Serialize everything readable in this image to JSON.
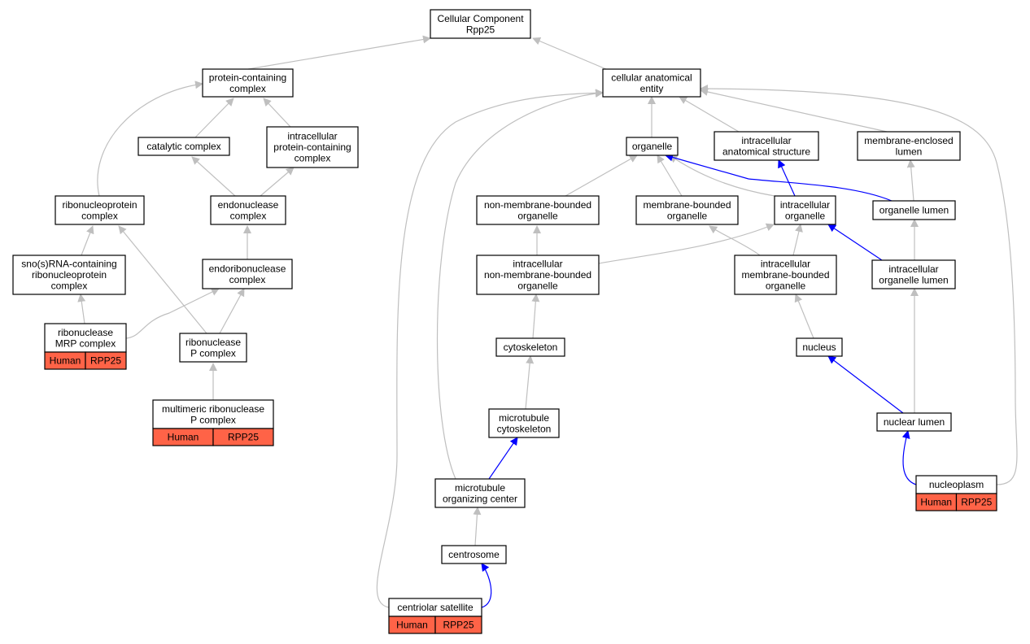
{
  "diagram": {
    "colors": {
      "is_a": "#bfbfbf",
      "part_of": "#0000ff",
      "annotation": "#ff6347"
    },
    "nodes": [
      {
        "id": "cc",
        "lines": [
          "Cellular Component",
          "Rpp25"
        ]
      },
      {
        "id": "pcc",
        "lines": [
          "protein-containing",
          "complex"
        ]
      },
      {
        "id": "cae",
        "lines": [
          "cellular anatomical",
          "entity"
        ]
      },
      {
        "id": "cat",
        "lines": [
          "catalytic complex"
        ]
      },
      {
        "id": "ipcc",
        "lines": [
          "intracellular",
          "protein-containing",
          "complex"
        ]
      },
      {
        "id": "org",
        "lines": [
          "organelle"
        ]
      },
      {
        "id": "ias",
        "lines": [
          "intracellular",
          "anatomical structure"
        ]
      },
      {
        "id": "mel",
        "lines": [
          "membrane-enclosed",
          "lumen"
        ]
      },
      {
        "id": "rnp",
        "lines": [
          "ribonucleoprotein",
          "complex"
        ]
      },
      {
        "id": "endo",
        "lines": [
          "endonuclease",
          "complex"
        ]
      },
      {
        "id": "nmbo",
        "lines": [
          "non-membrane-bounded",
          "organelle"
        ]
      },
      {
        "id": "mbo",
        "lines": [
          "membrane-bounded",
          "organelle"
        ]
      },
      {
        "id": "io",
        "lines": [
          "intracellular",
          "organelle"
        ]
      },
      {
        "id": "ol",
        "lines": [
          "organelle lumen"
        ]
      },
      {
        "id": "snornp",
        "lines": [
          "sno(s)RNA-containing",
          "ribonucleoprotein",
          "complex"
        ]
      },
      {
        "id": "endori",
        "lines": [
          "endoribonuclease",
          "complex"
        ]
      },
      {
        "id": "inmbo",
        "lines": [
          "intracellular",
          "non-membrane-bounded",
          "organelle"
        ]
      },
      {
        "id": "imbo",
        "lines": [
          "intracellular",
          "membrane-bounded",
          "organelle"
        ]
      },
      {
        "id": "iol",
        "lines": [
          "intracellular",
          "organelle lumen"
        ]
      },
      {
        "id": "mrp",
        "lines": [
          "ribonuclease",
          "MRP complex"
        ],
        "tags": [
          "Human",
          "RPP25"
        ]
      },
      {
        "id": "rnasep",
        "lines": [
          "ribonuclease",
          "P complex"
        ]
      },
      {
        "id": "cyto",
        "lines": [
          "cytoskeleton"
        ]
      },
      {
        "id": "nuc",
        "lines": [
          "nucleus"
        ]
      },
      {
        "id": "mrnasep",
        "lines": [
          "multimeric ribonuclease",
          "P complex"
        ],
        "tags": [
          "Human",
          "RPP25"
        ]
      },
      {
        "id": "mtc",
        "lines": [
          "microtubule",
          "cytoskeleton"
        ]
      },
      {
        "id": "nl",
        "lines": [
          "nuclear lumen"
        ]
      },
      {
        "id": "mtoc",
        "lines": [
          "microtubule",
          "organizing center"
        ]
      },
      {
        "id": "np",
        "lines": [
          "nucleoplasm"
        ],
        "tags": [
          "Human",
          "RPP25"
        ]
      },
      {
        "id": "cent",
        "lines": [
          "centrosome"
        ]
      },
      {
        "id": "cs",
        "lines": [
          "centriolar satellite"
        ],
        "tags": [
          "Human",
          "RPP25"
        ]
      }
    ],
    "edges": [
      {
        "from": "pcc",
        "to": "cc",
        "type": "is_a"
      },
      {
        "from": "cae",
        "to": "cc",
        "type": "is_a"
      },
      {
        "from": "cat",
        "to": "pcc",
        "type": "is_a"
      },
      {
        "from": "ipcc",
        "to": "pcc",
        "type": "is_a"
      },
      {
        "from": "rnp",
        "to": "pcc",
        "type": "is_a"
      },
      {
        "from": "endo",
        "to": "cat",
        "type": "is_a"
      },
      {
        "from": "endo",
        "to": "ipcc",
        "type": "is_a"
      },
      {
        "from": "snornp",
        "to": "rnp",
        "type": "is_a"
      },
      {
        "from": "rnasep",
        "to": "rnp",
        "type": "is_a"
      },
      {
        "from": "endori",
        "to": "endo",
        "type": "is_a"
      },
      {
        "from": "mrp",
        "to": "snornp",
        "type": "is_a"
      },
      {
        "from": "mrp",
        "to": "endori",
        "type": "is_a"
      },
      {
        "from": "rnasep",
        "to": "endori",
        "type": "is_a"
      },
      {
        "from": "mrnasep",
        "to": "rnasep",
        "type": "is_a"
      },
      {
        "from": "org",
        "to": "cae",
        "type": "is_a"
      },
      {
        "from": "ias",
        "to": "cae",
        "type": "is_a"
      },
      {
        "from": "mel",
        "to": "cae",
        "type": "is_a"
      },
      {
        "from": "nmbo",
        "to": "org",
        "type": "is_a"
      },
      {
        "from": "mbo",
        "to": "org",
        "type": "is_a"
      },
      {
        "from": "io",
        "to": "org",
        "type": "is_a"
      },
      {
        "from": "io",
        "to": "ias",
        "type": "part_of"
      },
      {
        "from": "ol",
        "to": "org",
        "type": "part_of"
      },
      {
        "from": "ol",
        "to": "mel",
        "type": "is_a"
      },
      {
        "from": "inmbo",
        "to": "nmbo",
        "type": "is_a"
      },
      {
        "from": "inmbo",
        "to": "io",
        "type": "is_a"
      },
      {
        "from": "imbo",
        "to": "mbo",
        "type": "is_a"
      },
      {
        "from": "imbo",
        "to": "io",
        "type": "is_a"
      },
      {
        "from": "iol",
        "to": "ol",
        "type": "is_a"
      },
      {
        "from": "iol",
        "to": "io",
        "type": "part_of"
      },
      {
        "from": "cyto",
        "to": "inmbo",
        "type": "is_a"
      },
      {
        "from": "nuc",
        "to": "imbo",
        "type": "is_a"
      },
      {
        "from": "mtc",
        "to": "cyto",
        "type": "is_a"
      },
      {
        "from": "nl",
        "to": "iol",
        "type": "is_a"
      },
      {
        "from": "nl",
        "to": "nuc",
        "type": "part_of"
      },
      {
        "from": "mtoc",
        "to": "mtc",
        "type": "part_of"
      },
      {
        "from": "mtoc",
        "to": "cae",
        "type": "is_a"
      },
      {
        "from": "np",
        "to": "nl",
        "type": "part_of"
      },
      {
        "from": "np",
        "to": "cae",
        "type": "is_a"
      },
      {
        "from": "cent",
        "to": "mtoc",
        "type": "is_a"
      },
      {
        "from": "cs",
        "to": "cent",
        "type": "part_of"
      },
      {
        "from": "cs",
        "to": "cae",
        "type": "is_a"
      }
    ]
  }
}
